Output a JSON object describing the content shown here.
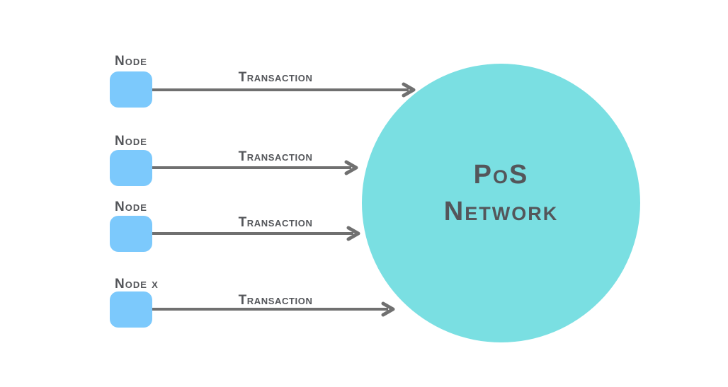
{
  "diagram": {
    "network": {
      "title_line1": "PoS",
      "title_line2": "Network"
    },
    "rows": [
      {
        "node_label": "Node",
        "arrow_label": "Transaction"
      },
      {
        "node_label": "Node",
        "arrow_label": "Transaction"
      },
      {
        "node_label": "Node",
        "arrow_label": "Transaction"
      },
      {
        "node_label": "Node x",
        "arrow_label": "Transaction"
      }
    ],
    "colors": {
      "node_fill": "#7cc9fc",
      "network_fill": "#7adfe2",
      "arrow": "#707070",
      "text": "#54565a",
      "background": "#ffffff"
    }
  }
}
